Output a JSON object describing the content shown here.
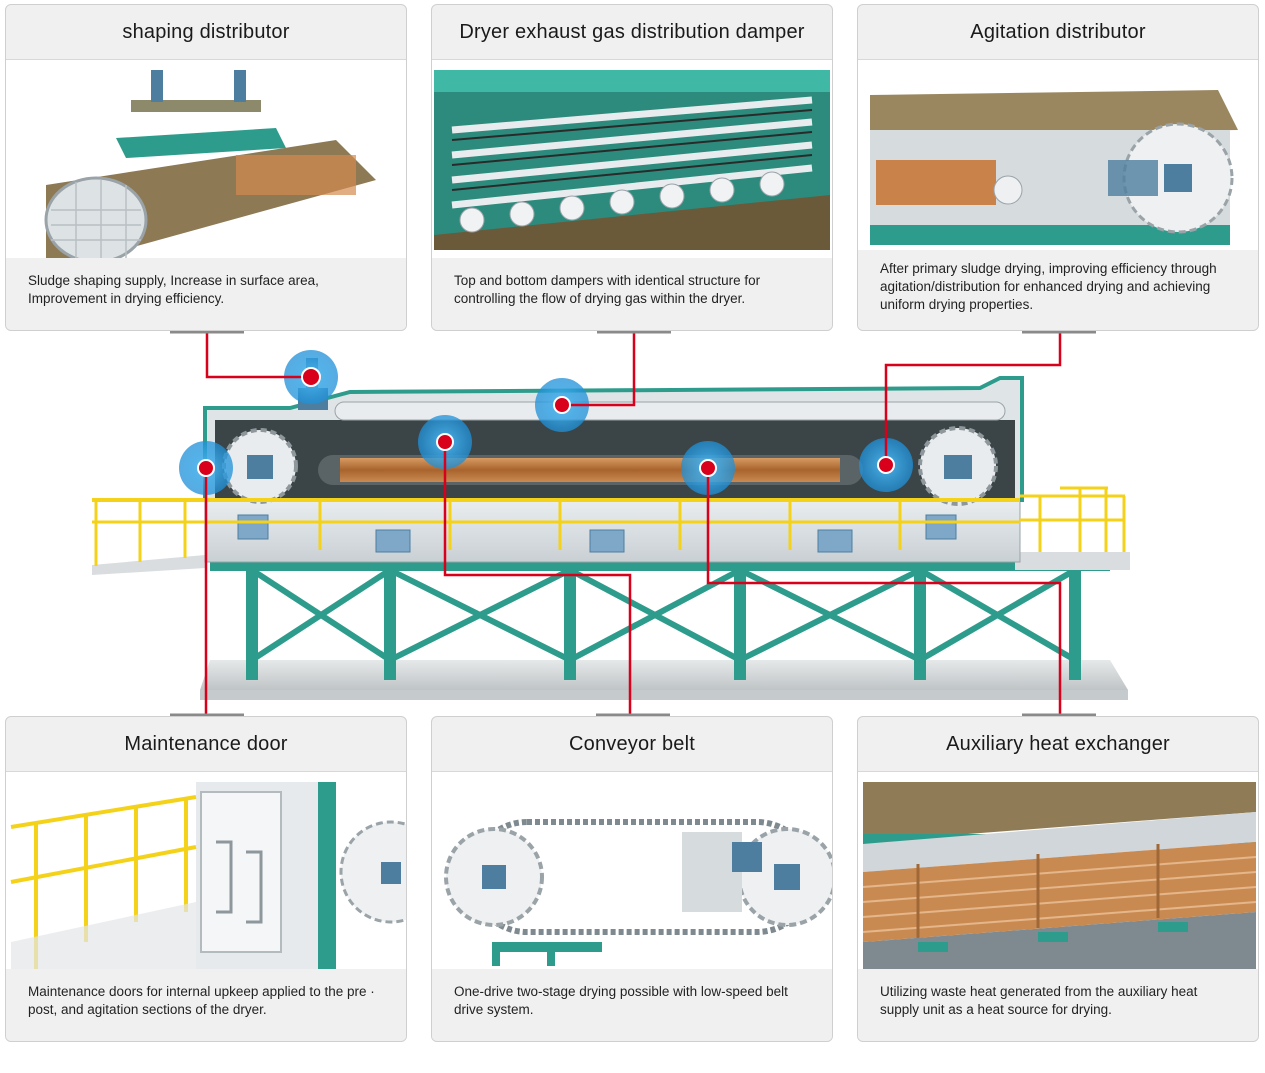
{
  "cards": {
    "shaping": {
      "title": "shaping distributor",
      "desc": "Sludge shaping supply, Increase in surface area, Improvement in drying efficiency."
    },
    "damper": {
      "title": "Dryer exhaust gas distribution damper",
      "desc": "Top and bottom dampers with identical structure for controlling the flow of drying gas within the dryer."
    },
    "agitation": {
      "title": "Agitation distributor",
      "desc": "After primary sludge drying, improving efficiency through agitation/distribution for enhanced drying and achieving uniform drying properties."
    },
    "maintenance": {
      "title": "Maintenance door",
      "desc": "Maintenance doors for internal upkeep applied to the pre · post, and agitation sections of the dryer."
    },
    "conveyor": {
      "title": "Conveyor belt",
      "desc": "One-drive two-stage drying possible with low-speed belt drive system."
    },
    "heatexchanger": {
      "title": "Auxiliary heat exchanger",
      "desc": "Utilizing waste heat generated from the auxiliary heat supply unit as a heat source for drying."
    }
  },
  "colors": {
    "leader_line": "#d9001b",
    "hotspot": "#2aa3e8",
    "frame_green": "#2e9c8c",
    "railing_yellow": "#f5d21a",
    "heater_orange": "#b9773e"
  },
  "icons": [
    "hotspot-marker",
    "dryer-machine-illustration"
  ]
}
